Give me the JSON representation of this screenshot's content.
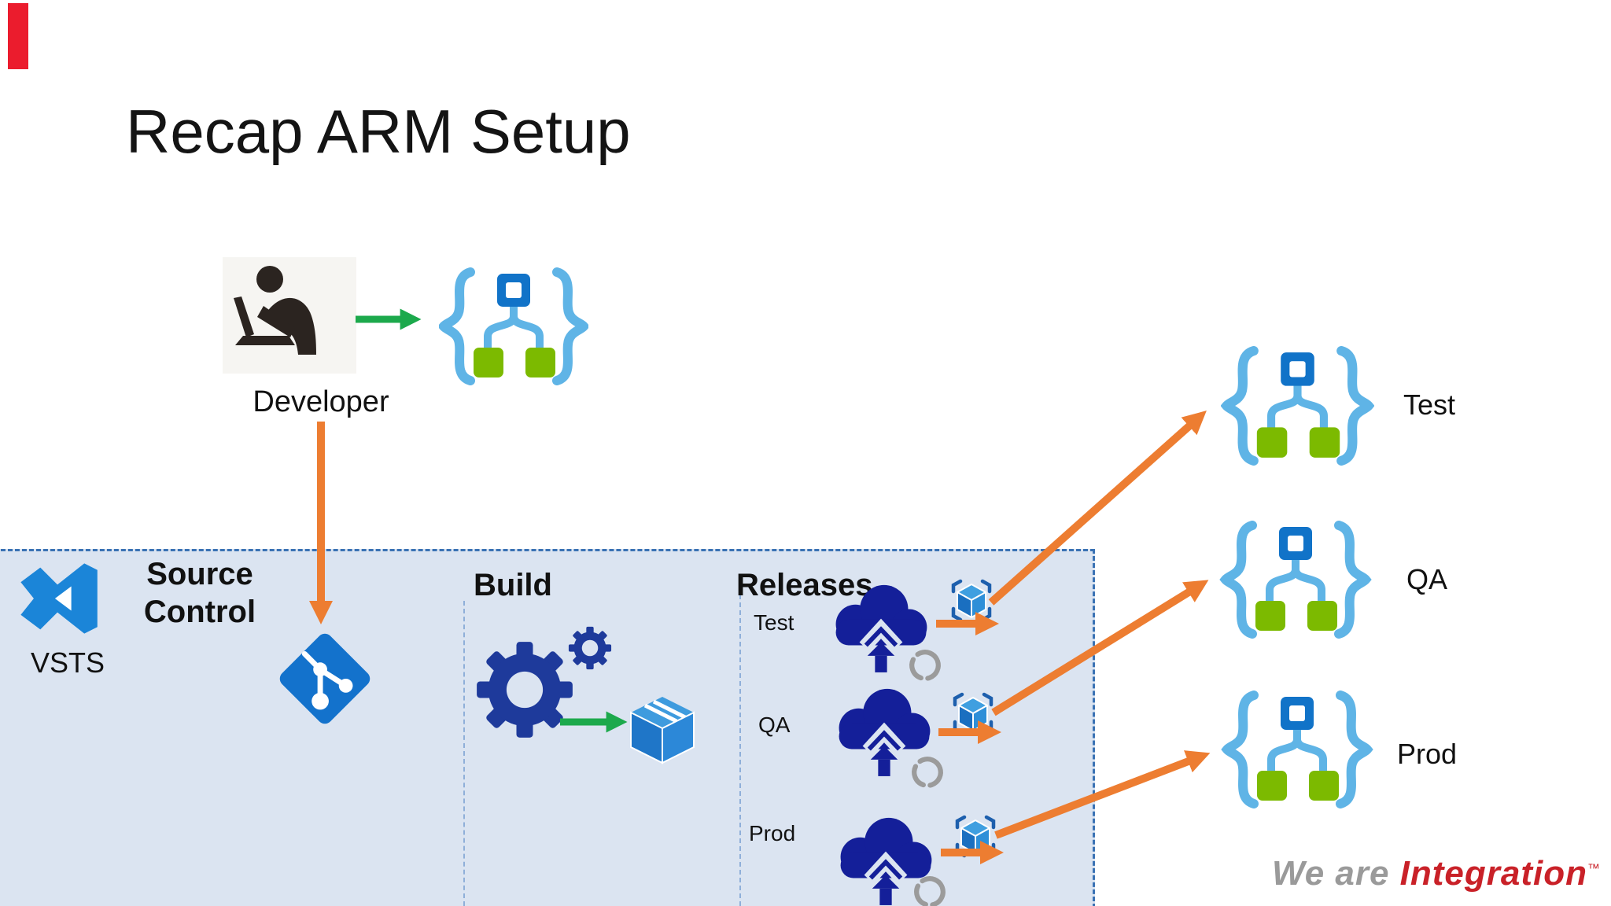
{
  "slide": {
    "title": "Recap ARM Setup",
    "developer": {
      "label": "Developer"
    },
    "panel": {
      "vsts": {
        "label": "VSTS"
      },
      "source_control": {
        "line1": "Source",
        "line2": "Control"
      },
      "build": {
        "heading": "Build"
      },
      "releases": {
        "heading": "Releases",
        "rows": [
          {
            "label": "Test"
          },
          {
            "label": "QA"
          },
          {
            "label": "Prod"
          }
        ]
      }
    },
    "environments": [
      {
        "label": "Test"
      },
      {
        "label": "QA"
      },
      {
        "label": "Prod"
      }
    ],
    "branding": {
      "we_are": "We are ",
      "integration": "Integration",
      "trademark": "™"
    }
  },
  "colors": {
    "orange": "#ED7D31",
    "green": "#1CA94C",
    "navy": "#141F99",
    "gearNavy": "#1E3A9B",
    "panelBg": "#DBE4F1",
    "panelBorder": "#3A72B4",
    "sepBlue": "#8FAFD9",
    "armBlue": "#5FB4E6",
    "armGreen": "#7CBA00",
    "nodeBlue": "#1173C8",
    "gitBlue": "#1372CC",
    "vsBlue": "#1B85D8",
    "cubeTop": "#3F9FE0",
    "cubeLeft": "#1A6FC0",
    "cubeRight": "#2E8FD8",
    "bracketBlue": "#1D5FAD",
    "pkgTop": "#3E9BDE",
    "pkgLeft": "#1F76C8",
    "pkgRight": "#2C88D8",
    "syncGray": "#9B9B9B",
    "devBg": "#F6F5F2",
    "devInk": "#2B2420",
    "brandGray": "#9A9A9A",
    "brandRed": "#C92128",
    "redBar": "#EB1C2D",
    "titleInk": "#141414"
  }
}
